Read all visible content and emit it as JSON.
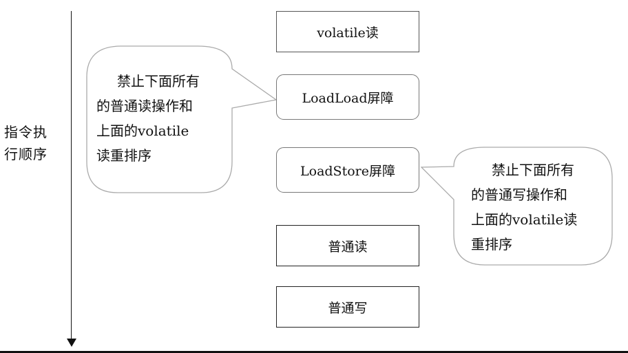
{
  "axis": {
    "label_line1": "指令执",
    "label_line2": "行顺序"
  },
  "steps": [
    {
      "label": "volatile读",
      "kind": "operation"
    },
    {
      "label": "LoadLoad屏障",
      "kind": "barrier"
    },
    {
      "label": "LoadStore屏障",
      "kind": "barrier"
    },
    {
      "label": "普通读",
      "kind": "operation"
    },
    {
      "label": "普通写",
      "kind": "operation"
    }
  ],
  "callouts": {
    "loadload": {
      "lines": [
        "禁止下面所有",
        "的普通读操作和",
        "上面的volatile",
        "读重排序"
      ]
    },
    "loadstore": {
      "lines": [
        "禁止下面所有",
        "的普通写操作和",
        "上面的volatile读",
        "重排序"
      ]
    }
  },
  "colors": {
    "line": "#111111",
    "callout_border": "#aaaaaa",
    "barrier_border": "#777777"
  }
}
